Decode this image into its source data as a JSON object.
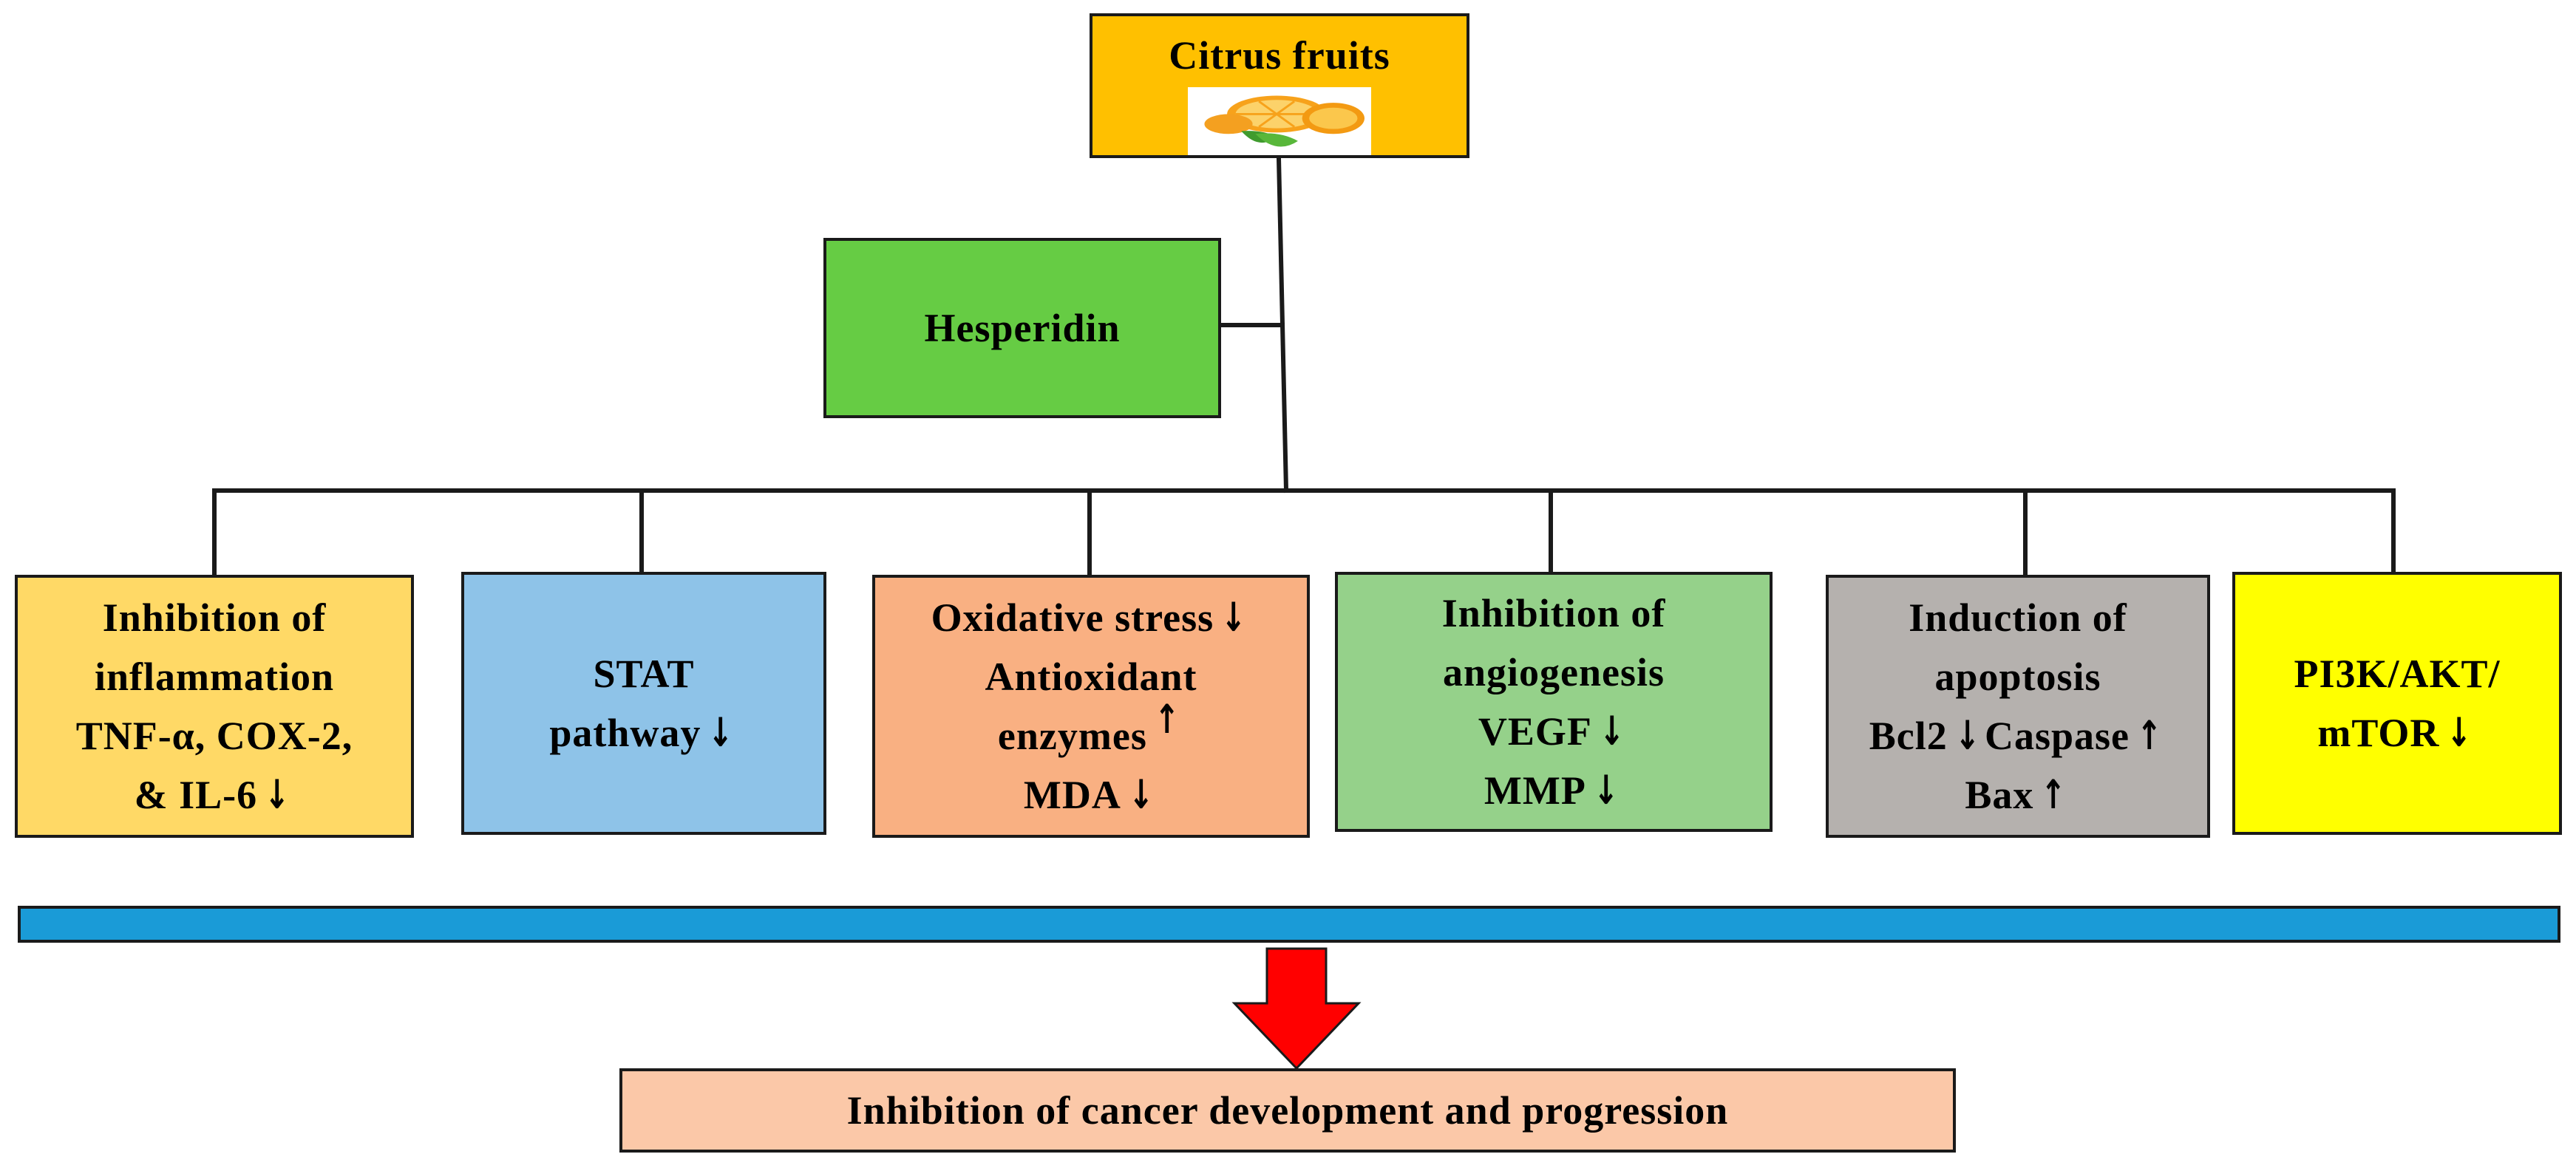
{
  "colors": {
    "source_fill": "#ffc000",
    "compound_fill": "#66cc44",
    "mech_fills": [
      "#ffd966",
      "#8ec3e8",
      "#f9b082",
      "#95d18a",
      "#b5b1ae",
      "#ffff00"
    ],
    "bar_fill": "#1a9bd7",
    "arrow_fill": "#ff0000",
    "outcome_fill": "#fbc8a8",
    "line_color": "#1a1a1a"
  },
  "source": {
    "title": "Citrus fruits",
    "image_icon": "orange-slices-image"
  },
  "compound": {
    "label": "Hesperidin"
  },
  "mechanisms": [
    {
      "lines": [
        {
          "text": "Inhibition of",
          "arrow": ""
        },
        {
          "text": "inflammation",
          "arrow": ""
        },
        {
          "text": "TNF-α, COX-2,",
          "arrow": ""
        },
        {
          "text": "& IL-6",
          "arrow": "↓"
        }
      ]
    },
    {
      "lines": [
        {
          "text": "STAT",
          "arrow": ""
        },
        {
          "text": "pathway",
          "arrow": "↓"
        }
      ]
    },
    {
      "lines": [
        {
          "text": "Oxidative stress",
          "arrow": "↓"
        },
        {
          "text": "Antioxidant",
          "arrow": ""
        },
        {
          "text": "enzymes",
          "arrow": "↑"
        },
        {
          "text": "MDA",
          "arrow": "↓"
        }
      ]
    },
    {
      "lines": [
        {
          "text": "Inhibition of",
          "arrow": ""
        },
        {
          "text": "angiogenesis",
          "arrow": ""
        },
        {
          "text": "VEGF",
          "arrow": "↓"
        },
        {
          "text": "MMP",
          "arrow": "↓"
        }
      ]
    },
    {
      "lines": [
        {
          "text": "Induction of",
          "arrow": ""
        },
        {
          "text": "apoptosis",
          "arrow": ""
        },
        {
          "text": "Bcl2",
          "arrow": "↓",
          "text2": "Caspase",
          "arrow2": "↑"
        },
        {
          "text": "Bax",
          "arrow": "↑"
        }
      ]
    },
    {
      "lines": [
        {
          "text": "PI3K/AKT/",
          "arrow": ""
        },
        {
          "text": "mTOR",
          "arrow": "↓"
        }
      ]
    }
  ],
  "outcome": {
    "label": "Inhibition of cancer development and progression"
  }
}
